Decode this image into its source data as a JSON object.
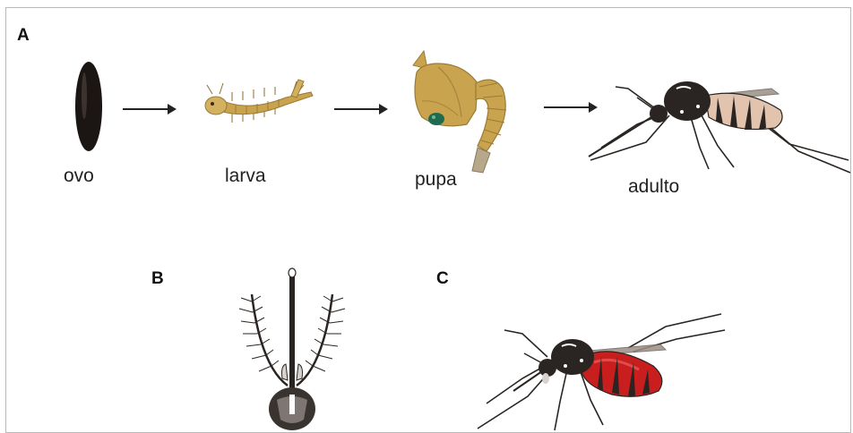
{
  "panels": {
    "a": {
      "letter": "A"
    },
    "b": {
      "letter": "B"
    },
    "c": {
      "letter": "C"
    }
  },
  "life_cycle": {
    "stages": [
      {
        "label": "ovo",
        "icon": "egg-icon"
      },
      {
        "label": "larva",
        "icon": "larva-icon"
      },
      {
        "label": "pupa",
        "icon": "pupa-icon"
      },
      {
        "label": "adulto",
        "icon": "adult-mosquito-icon"
      }
    ]
  },
  "colors": {
    "egg": "#1b1513",
    "larva": "#c9a34e",
    "pupa": "#c9a34e",
    "pupa_eye": "#1f6b4f",
    "mosquito_body": "#2a2522",
    "abdomen_unfed": "#e2c3ad",
    "abdomen_fed": "#c81e1e",
    "arrow": "#222222"
  }
}
